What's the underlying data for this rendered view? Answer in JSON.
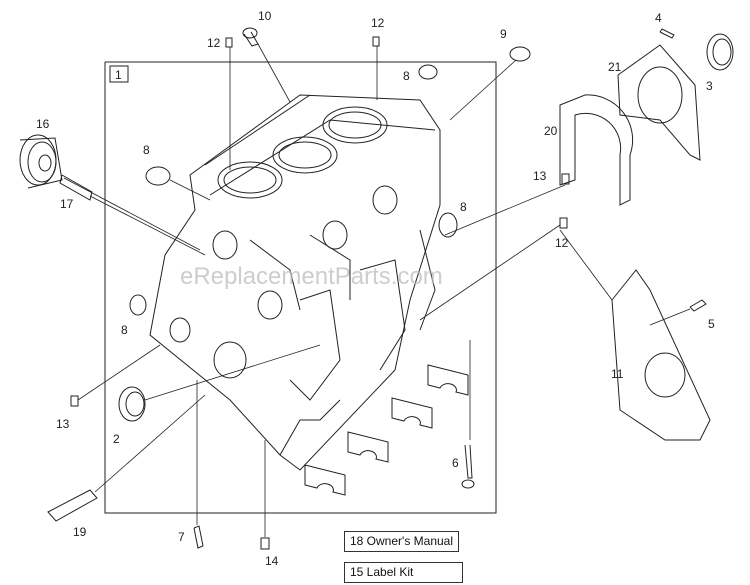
{
  "watermark": "eReplacementParts.com",
  "frame_label": "1",
  "callouts": {
    "c2": "2",
    "c3": "3",
    "c4": "4",
    "c5": "5",
    "c6": "6",
    "c7": "7",
    "c8a": "8",
    "c8b": "8",
    "c8c": "8",
    "c8d": "8",
    "c9": "9",
    "c10": "10",
    "c11": "11",
    "c12a": "12",
    "c12b": "12",
    "c12c": "12",
    "c13a": "13",
    "c13b": "13",
    "c14": "14",
    "c16": "16",
    "c17": "17",
    "c19": "19",
    "c20": "20",
    "c21": "21"
  },
  "legend": {
    "owners_manual": "18 Owner's Manual",
    "label_kit": "15 Label Kit"
  }
}
